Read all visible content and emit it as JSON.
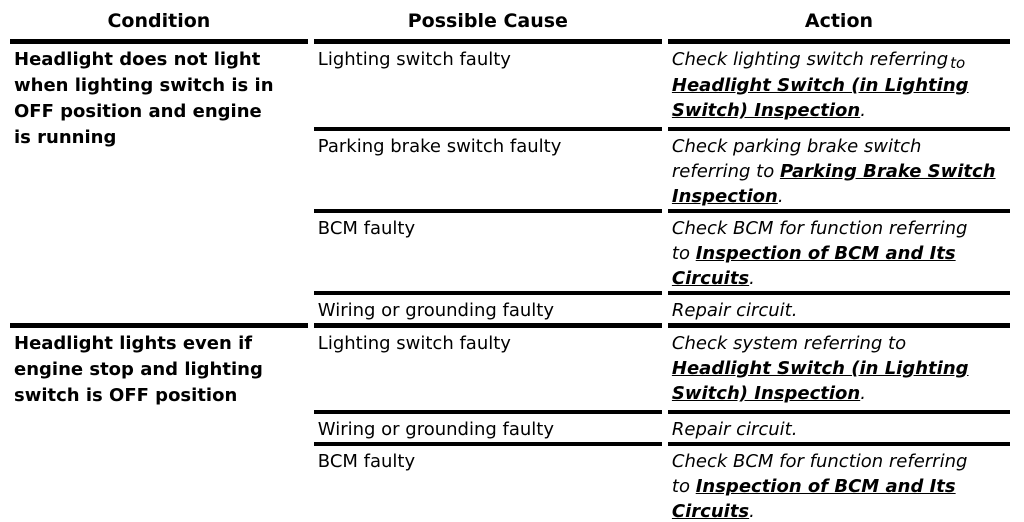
{
  "page": {
    "background": "#ffffff",
    "text_color": "#000000",
    "rule_color": "#000000"
  },
  "table": {
    "headers": [
      "Condition",
      "Possible Cause",
      "Action"
    ],
    "groups": [
      {
        "condition_lines": [
          "Headlight does not light",
          "when lighting switch is in",
          "OFF position and engine",
          "is running"
        ],
        "rows": [
          {
            "cause": "Lighting switch faulty",
            "action": [
              {
                "t": "Check lighting switch referring",
                "s": "plain"
              },
              {
                "t": "to",
                "s": "small",
                "br": true
              },
              {
                "t": "Headlight Switch (in Lighting",
                "s": "link",
                "name": "headlight-switch-inspection-link",
                "br": true
              },
              {
                "t": "Switch) Inspection",
                "s": "link",
                "name": "headlight-switch-inspection-link"
              },
              {
                "t": ".",
                "s": "plain"
              }
            ]
          },
          {
            "cause": "Parking brake switch faulty",
            "action": [
              {
                "t": "Check parking brake switch",
                "s": "plain",
                "br": true
              },
              {
                "t": "referring to ",
                "s": "plain"
              },
              {
                "t": "Parking Brake Switch",
                "s": "link",
                "name": "parking-brake-switch-inspection-link",
                "br": true
              },
              {
                "t": "Inspection",
                "s": "link",
                "name": "parking-brake-switch-inspection-link"
              },
              {
                "t": ".",
                "s": "plain"
              }
            ]
          },
          {
            "cause": "BCM faulty",
            "action": [
              {
                "t": "Check BCM for function referring",
                "s": "plain",
                "br": true
              },
              {
                "t": "to ",
                "s": "plain"
              },
              {
                "t": "Inspection of BCM and Its",
                "s": "link",
                "name": "bcm-circuits-inspection-link",
                "br": true
              },
              {
                "t": "Circuits",
                "s": "link",
                "name": "bcm-circuits-inspection-link"
              },
              {
                "t": ".",
                "s": "plain"
              }
            ]
          },
          {
            "cause": "Wiring or grounding faulty",
            "action": [
              {
                "t": "Repair circuit.",
                "s": "plain"
              }
            ]
          }
        ]
      },
      {
        "condition_lines": [
          "Headlight lights even if",
          "engine stop and lighting",
          "switch is OFF position"
        ],
        "rows": [
          {
            "cause": "Lighting switch faulty",
            "action": [
              {
                "t": "Check system referring to",
                "s": "plain",
                "br": true
              },
              {
                "t": "Headlight Switch (in Lighting",
                "s": "link",
                "name": "headlight-switch-inspection-link",
                "br": true
              },
              {
                "t": "Switch) Inspection",
                "s": "link",
                "name": "headlight-switch-inspection-link"
              },
              {
                "t": ".",
                "s": "plain"
              }
            ]
          },
          {
            "cause": "Wiring or grounding faulty",
            "action": [
              {
                "t": "Repair circuit.",
                "s": "plain"
              }
            ]
          },
          {
            "cause": "BCM faulty",
            "action": [
              {
                "t": "Check BCM for function referring",
                "s": "plain",
                "br": true
              },
              {
                "t": "to ",
                "s": "plain"
              },
              {
                "t": "Inspection of BCM and Its",
                "s": "link",
                "name": "bcm-circuits-inspection-link",
                "br": true
              },
              {
                "t": "Circuits",
                "s": "link",
                "name": "bcm-circuits-inspection-link"
              },
              {
                "t": ".",
                "s": "plain"
              }
            ]
          }
        ]
      }
    ]
  }
}
